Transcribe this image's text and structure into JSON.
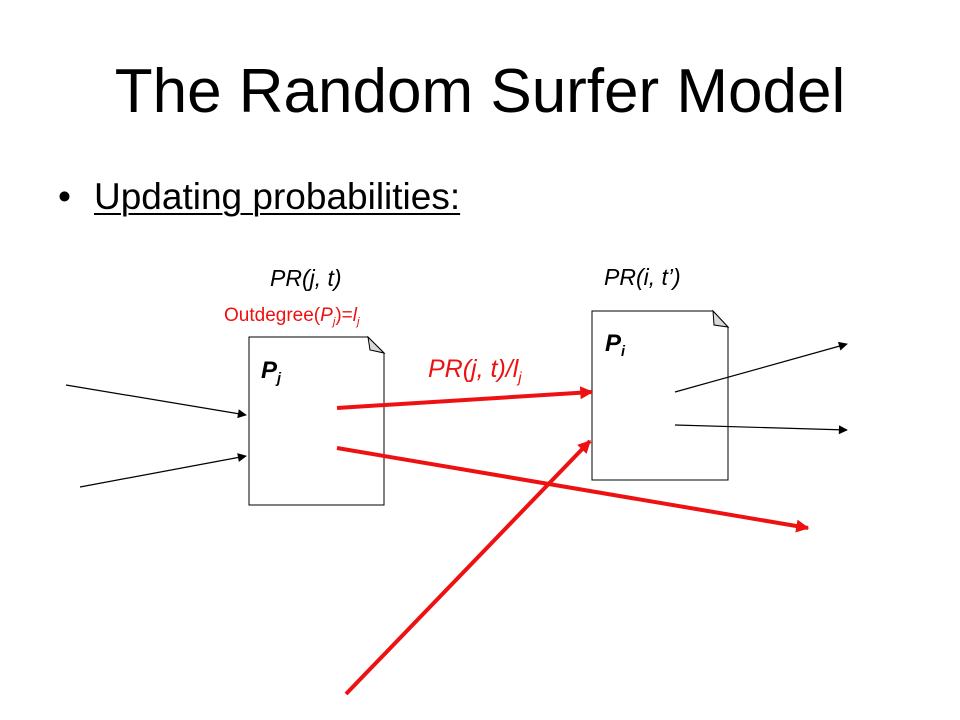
{
  "slide": {
    "title": "The Random Surfer Model",
    "bullet": "Updating probabilities:"
  },
  "diagram": {
    "node_j_prob": "PR(j, t)",
    "node_i_prob": "PR(i, t’)",
    "outdegree": {
      "prefix": "Outdegree(",
      "p": "P",
      "sub_j": "j",
      "mid": ")=",
      "l": "l",
      "sub_l": "j"
    },
    "node_j": {
      "p": "P",
      "sub": "j"
    },
    "node_i": {
      "p": "P",
      "sub": "i"
    },
    "edge_label": {
      "text": "PR(j, t)/",
      "l": "l",
      "sub": "j"
    },
    "colors": {
      "highlight": "#ee1111",
      "ink": "#000000"
    }
  }
}
